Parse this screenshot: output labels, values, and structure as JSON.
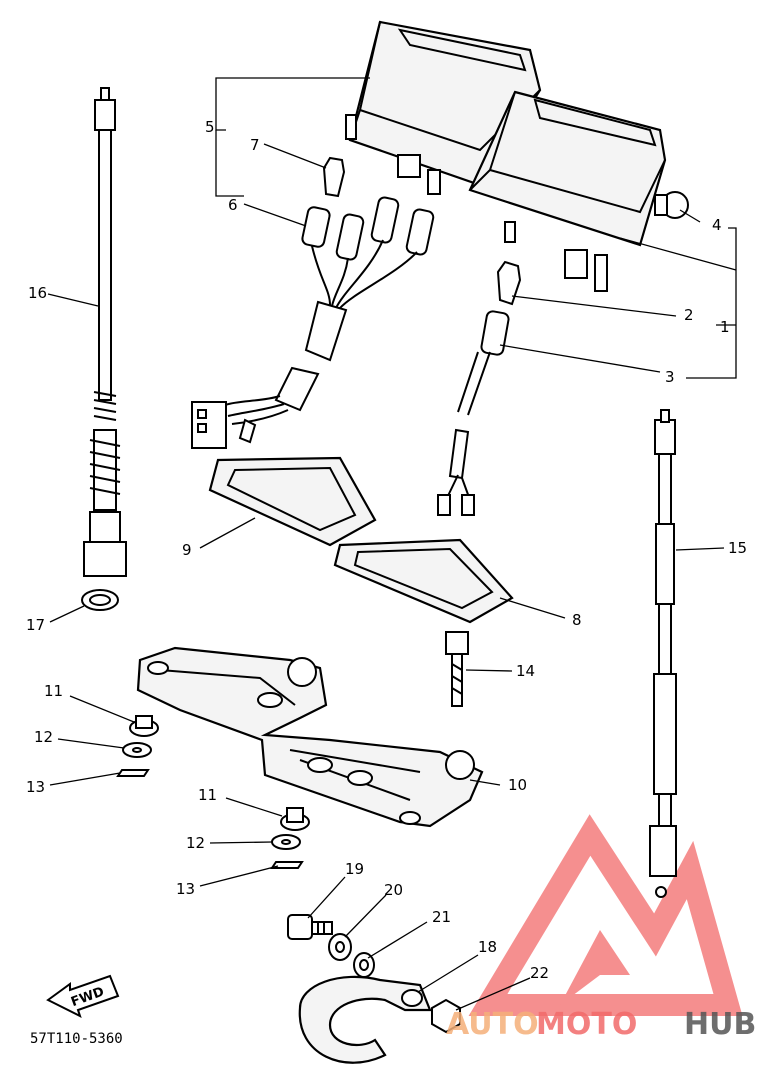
{
  "callouts": {
    "c1": "1",
    "c2": "2",
    "c3": "3",
    "c4": "4",
    "c5": "5",
    "c6": "6",
    "c7": "7",
    "c8": "8",
    "c9": "9",
    "c10": "10",
    "c11a": "11",
    "c11b": "11",
    "c12a": "12",
    "c12b": "12",
    "c13a": "13",
    "c13b": "13",
    "c14": "14",
    "c15": "15",
    "c16": "16",
    "c17": "17",
    "c18": "18",
    "c19": "19",
    "c20": "20",
    "c21": "21",
    "c22": "22"
  },
  "fwd_label": "FWD",
  "diagram_code": "57T110-5360",
  "watermark": {
    "text_auto": "AUTO",
    "text_moto": "MOTO",
    "text_hub": "HUB",
    "color_primary": "#f26a6a",
    "color_secondary": "#f5b07a",
    "color_dark": "#555555"
  }
}
